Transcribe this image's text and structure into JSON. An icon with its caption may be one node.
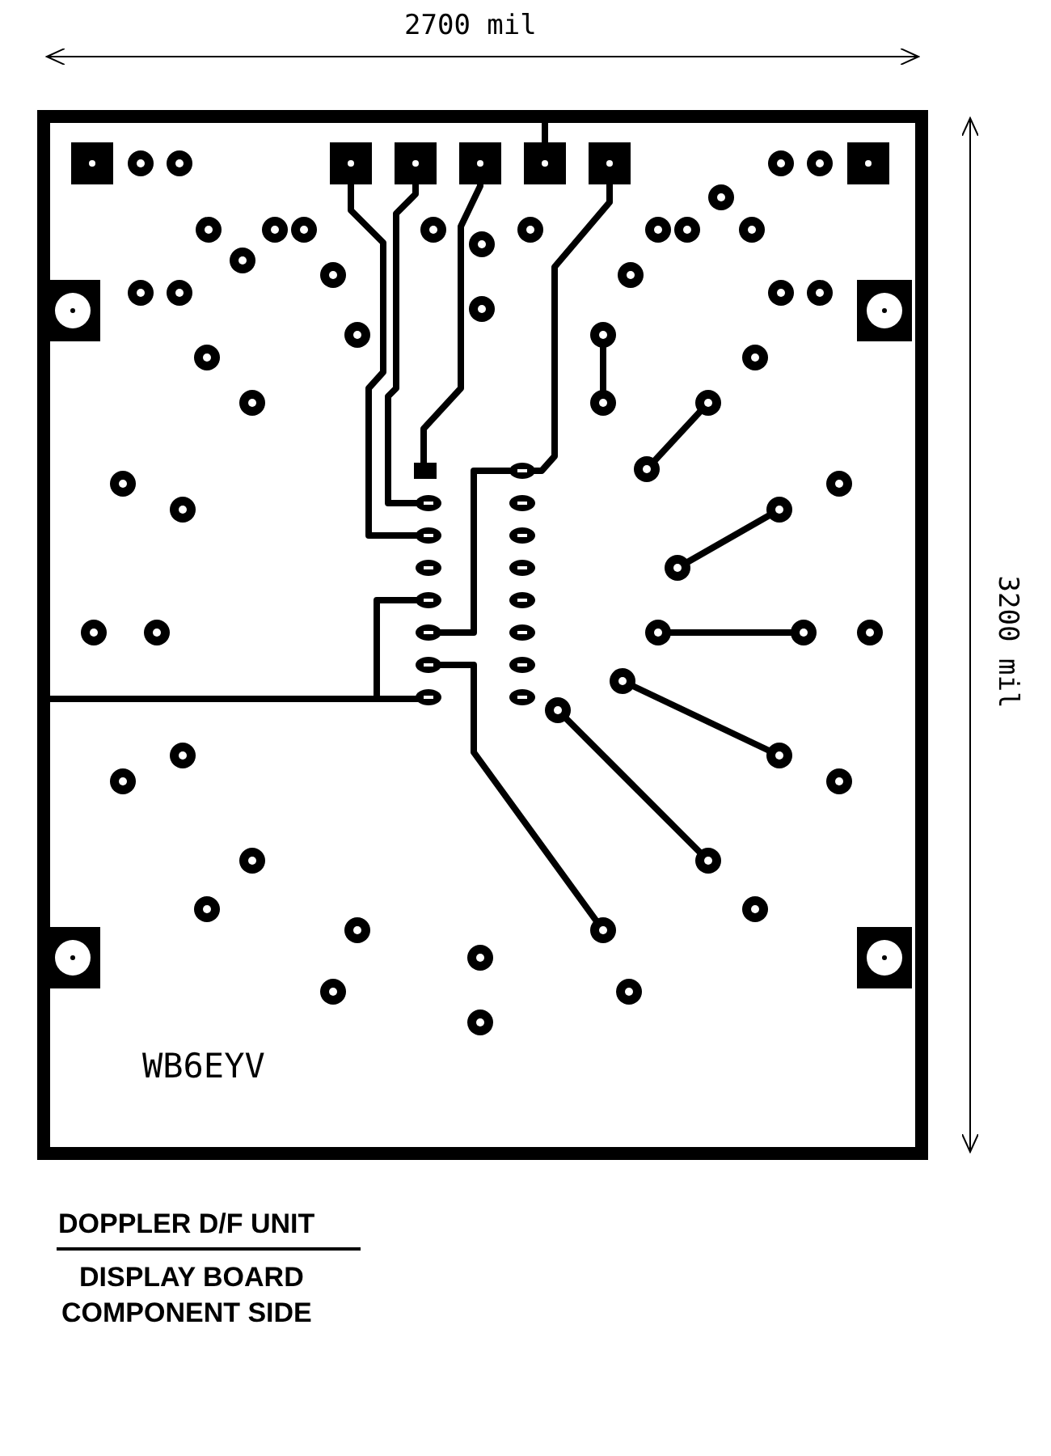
{
  "diagram": {
    "labels": [
      "2700 mil",
      "3200 mil",
      "WB6EYV",
      "DOPPLER D/F UNIT",
      "DISPLAY BOARD",
      "COMPONENT SIDE"
    ]
  }
}
